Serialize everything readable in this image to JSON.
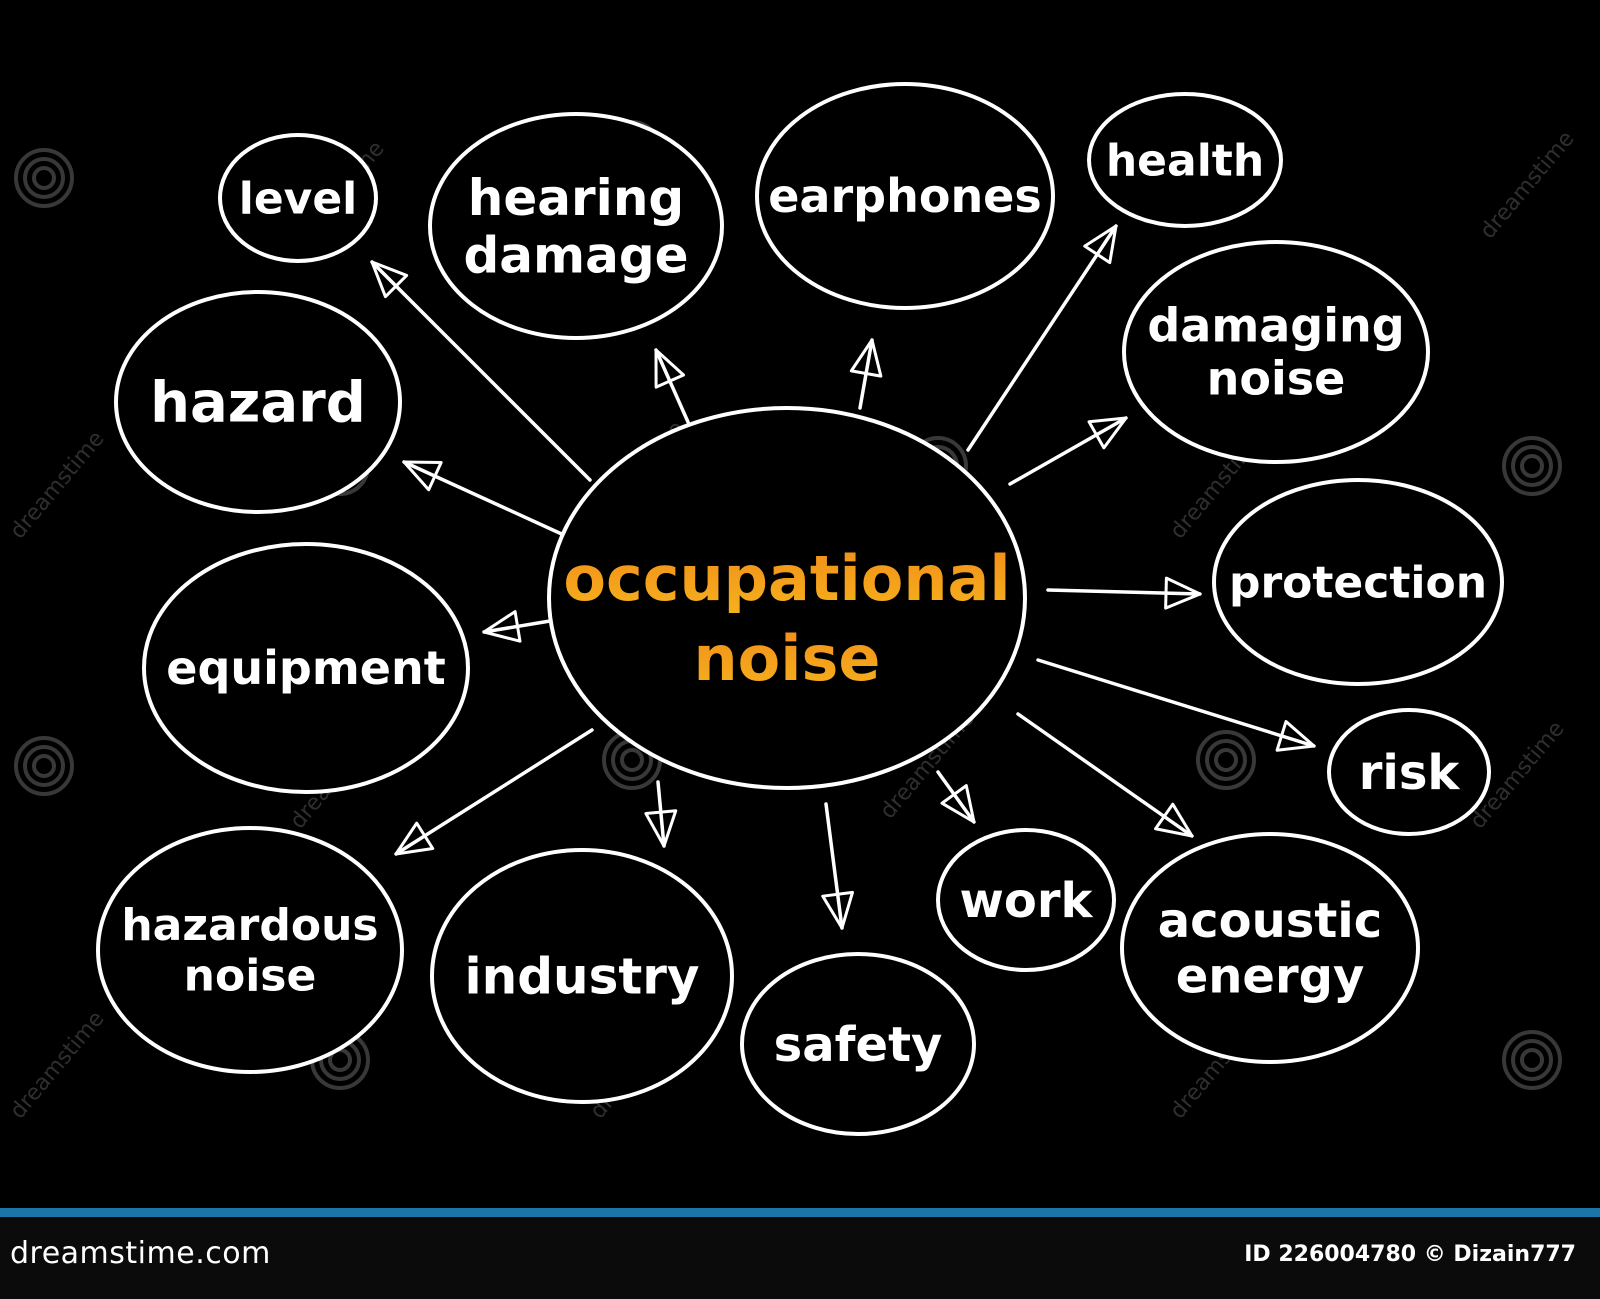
{
  "colors": {
    "background": "#000000",
    "stroke": "#ffffff",
    "center_text_top": "#f28c1a",
    "center_text_bottom": "#f5b21c",
    "footer_strip": "#1c75a8"
  },
  "diagram": {
    "center": {
      "line1": "occupational",
      "line2": "noise"
    },
    "nodes": [
      {
        "id": "level",
        "lines": [
          "level"
        ]
      },
      {
        "id": "hearing-damage",
        "lines": [
          "hearing",
          "damage"
        ]
      },
      {
        "id": "earphones",
        "lines": [
          "earphones"
        ]
      },
      {
        "id": "health",
        "lines": [
          "health"
        ]
      },
      {
        "id": "hazard",
        "lines": [
          "hazard"
        ]
      },
      {
        "id": "damaging-noise",
        "lines": [
          "damaging",
          "noise"
        ]
      },
      {
        "id": "equipment",
        "lines": [
          "equipment"
        ]
      },
      {
        "id": "protection",
        "lines": [
          "protection"
        ]
      },
      {
        "id": "risk",
        "lines": [
          "risk"
        ]
      },
      {
        "id": "hazardous-noise",
        "lines": [
          "hazardous",
          "noise"
        ]
      },
      {
        "id": "industry",
        "lines": [
          "industry"
        ]
      },
      {
        "id": "safety",
        "lines": [
          "safety"
        ]
      },
      {
        "id": "work",
        "lines": [
          "work"
        ]
      },
      {
        "id": "acoustic-energy",
        "lines": [
          "acoustic",
          "energy"
        ]
      }
    ]
  },
  "watermark": {
    "text": "dreamstime"
  },
  "footer": {
    "brand": "dreamstime.com",
    "id_text": "ID 226004780 © Dizain777"
  }
}
